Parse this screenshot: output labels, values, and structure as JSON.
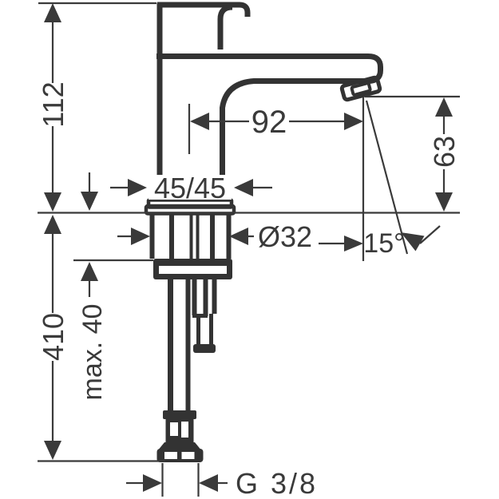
{
  "drawing": {
    "kind": "faucet technical dimension drawing",
    "units_shown": "mm"
  },
  "dimensions": {
    "overall_height": "112",
    "spout_reach": "92",
    "spout_height": "63",
    "body_footprint": "45/45",
    "hole_diameter": "Ø32",
    "spout_angle": "15°",
    "supply_length": "410",
    "max_mounting_thickness": "max. 40",
    "thread_connection": "G 3/8"
  },
  "colors": {
    "line": "#333333",
    "dimension": "#3a3a3a",
    "background": "#ffffff"
  }
}
